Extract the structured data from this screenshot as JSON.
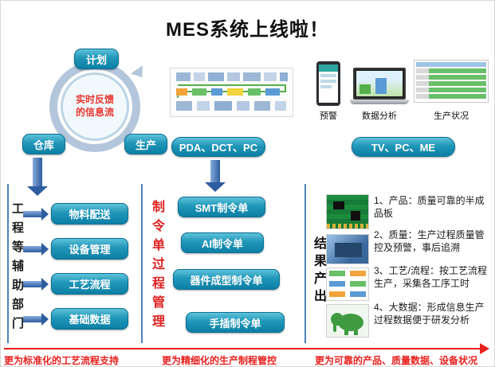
{
  "title": "MES系统上线啦！",
  "cycle": {
    "center_label": "实时反馈的信息流",
    "plan": "计划",
    "warehouse": "仓库",
    "production": "生产"
  },
  "terminals": {
    "left_button": "PDA、DCT、PC",
    "right_button": "TV、PC、ME",
    "captions": {
      "alert": "预警",
      "analysis": "数据分析",
      "status": "生产状况"
    }
  },
  "columns": {
    "left": {
      "side_label": "工程等辅助部门",
      "boxes": [
        "物料配送",
        "设备管理",
        "工艺流程",
        "基础数据"
      ]
    },
    "middle": {
      "side_label": "制令单过程管理",
      "boxes": [
        "SMT制令单",
        "AI制令单",
        "器件成型制令单",
        "手插制令单"
      ]
    },
    "right": {
      "side_label": "结果产出",
      "items": [
        "1、产品：质量可靠的半成品板",
        "2、质量：生产过程质量管控及预警，事后追溯",
        "3、工艺/流程：按工艺流程生产，采集各工序工时",
        "4、大数据：形成信息生产过程数据便于研发分析"
      ]
    }
  },
  "footer": {
    "left": "更为标准化的工艺流程支持",
    "middle": "更为精细化的生产制程管控",
    "right": "更为可靠的产品、质量数据、设备状况"
  },
  "icons": [
    "production-line-image",
    "phone-alert-image",
    "laptop-analysis-image",
    "production-status-report-image",
    "pcb-product-image",
    "smt-machine-image",
    "process-flowchart-image",
    "big-data-elephant-image"
  ],
  "colors": {
    "box_teal": "#2096b8",
    "arrow_blue": "#2d5d9f",
    "divider_blue": "#4f81bd",
    "accent_red": "#e8201d",
    "center_text_red": "#e8342c"
  }
}
